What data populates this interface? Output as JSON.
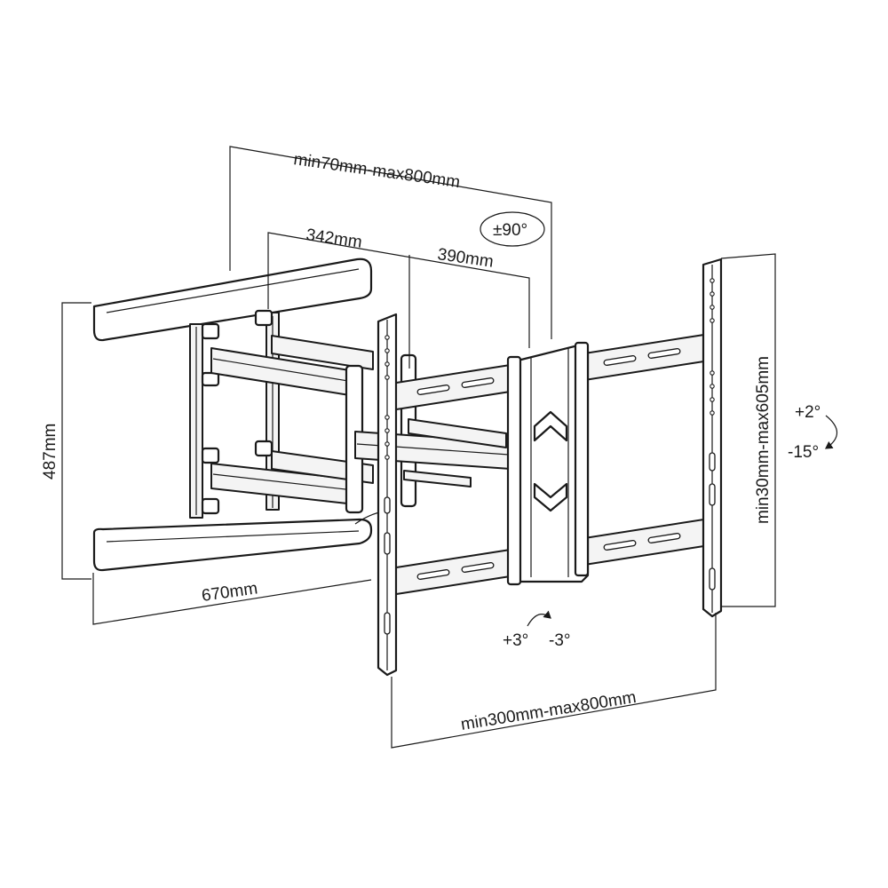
{
  "dimensions": {
    "wall_distance": "min70mm-max800mm",
    "arm_segment_1": "342mm",
    "arm_segment_2": "390mm",
    "wall_plate_height": "487mm",
    "wall_plate_width": "670mm",
    "vesa_vertical": "min30mm-max605mm",
    "vesa_horizontal": "min300mm-max800mm"
  },
  "rotation": {
    "swivel": "±90°",
    "tilt_up": "+2°",
    "tilt_down": "-15°",
    "level_plus": "+3°",
    "level_minus": "-3°"
  },
  "colors": {
    "line": "#1a1a1a",
    "background": "#ffffff"
  }
}
